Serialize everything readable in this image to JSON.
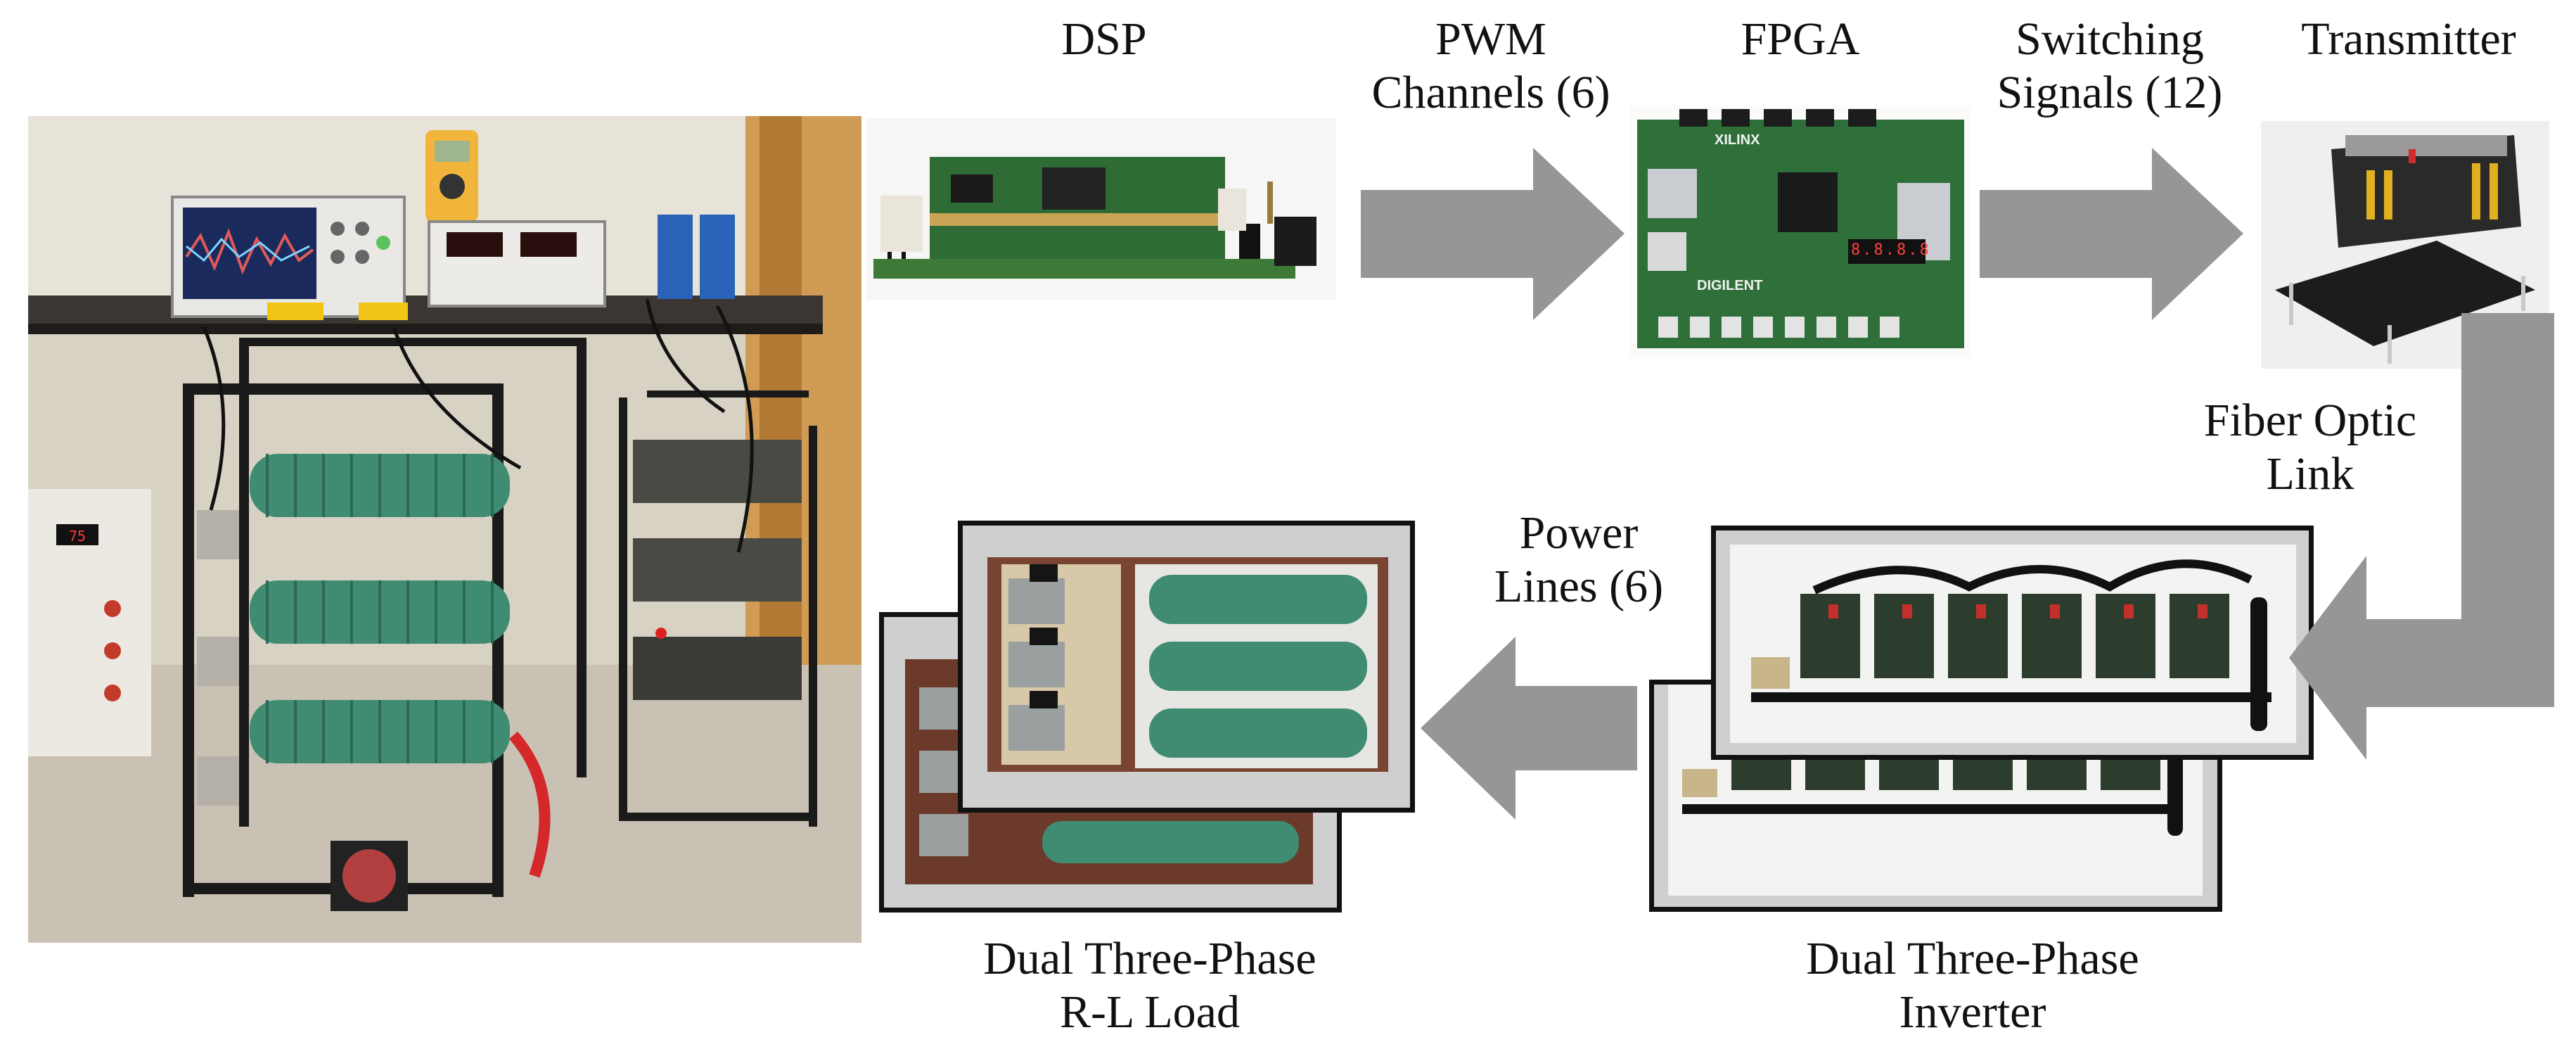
{
  "labels": {
    "dsp": "DSP",
    "pwm_line1": "PWM",
    "pwm_line2": "Channels (6)",
    "fpga": "FPGA",
    "switching_line1": "Switching",
    "switching_line2": "Signals (12)",
    "transmitter": "Transmitter",
    "fiber_line1": "Fiber Optic",
    "fiber_line2": "Link",
    "power_line1": "Power",
    "power_line2": "Lines (6)",
    "load_line1": "Dual Three-Phase",
    "load_line2": "R-L Load",
    "inverter_line1": "Dual Three-Phase",
    "inverter_line2": "Inverter"
  },
  "photo_texts": {
    "fpga_brand": "XILINX",
    "fpga_maker": "DIGILENT",
    "fpga_display": "8.8.8.8",
    "variac_display": "75"
  },
  "colors": {
    "arrow": "#969696",
    "frame_border": "#111111",
    "frame_fill": "#cfcfcf",
    "pcb_green": "#2f6b35",
    "resistor_green": "#3f8c73"
  }
}
